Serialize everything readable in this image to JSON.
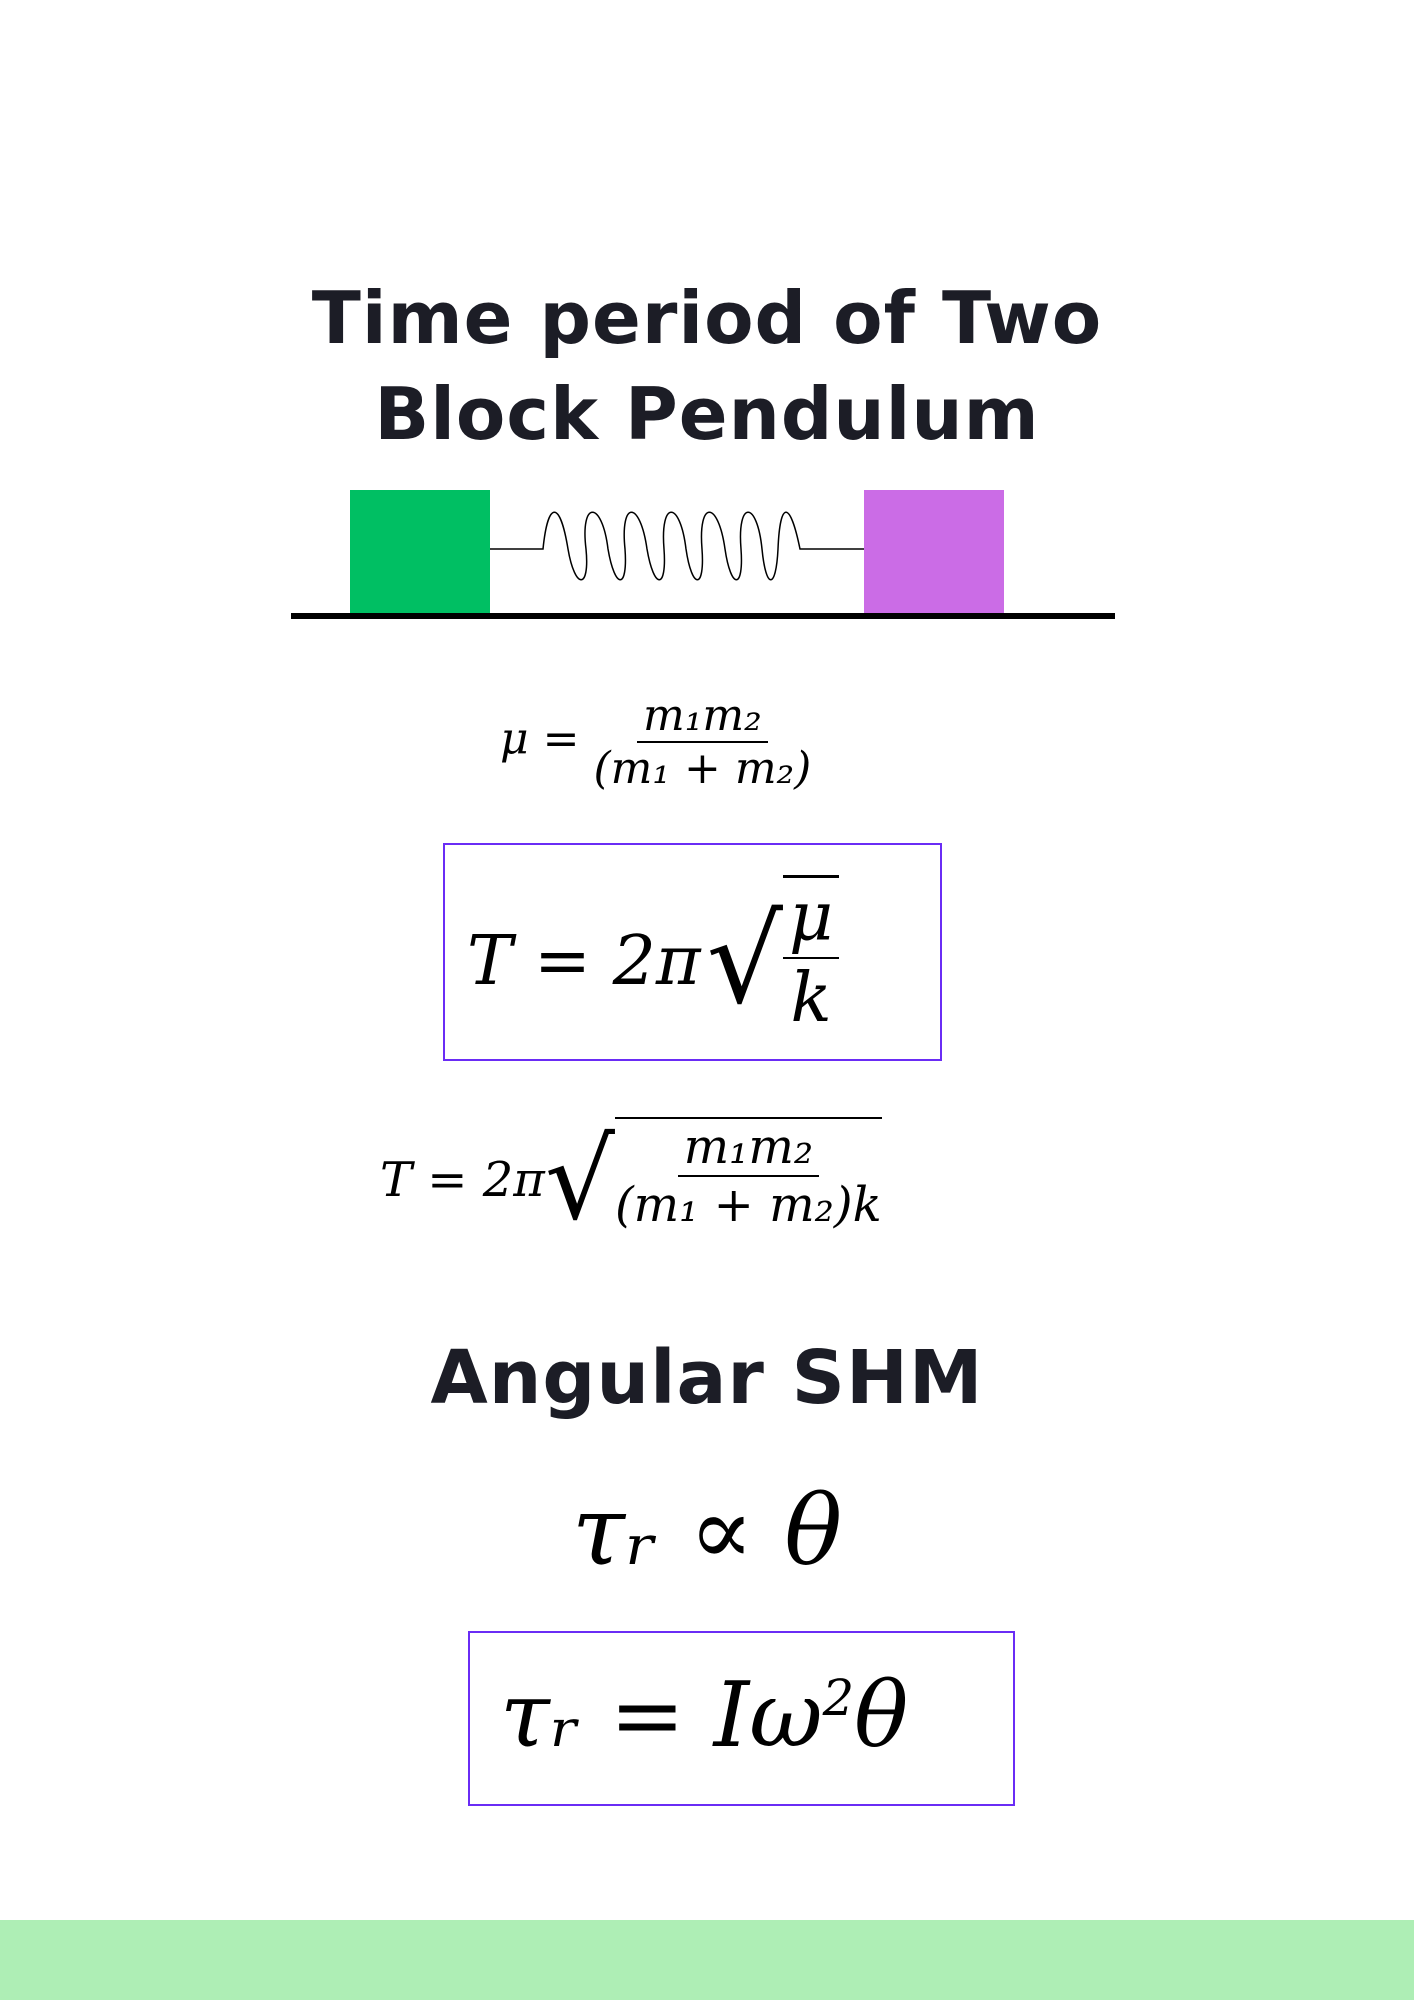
{
  "title": "Time period of Two Block Pendulum",
  "title_lines": [
    "Time period of Two",
    "Block Pendulum"
  ],
  "diagram": {
    "block1_color": "#00bf63",
    "block2_color": "#cb6ce6"
  },
  "eq1": {
    "lhs": "μ =",
    "num": "m₁m₂",
    "den": "(m₁ + m₂)"
  },
  "eq2": {
    "lhs": "T = 2π",
    "num": "μ",
    "den": "k"
  },
  "eq3": {
    "lhs": "T = 2π",
    "num": "m₁m₂",
    "den": "(m₁ + m₂)k"
  },
  "section": "Angular SHM",
  "eq4": "τᵣ ∝ θ",
  "eq5": {
    "lhs": "τᵣ = Iω",
    "sup": "2",
    "rhs": "θ"
  },
  "colors": {
    "box_border": "#6a2cf5",
    "footer": "#aeeeb5"
  }
}
